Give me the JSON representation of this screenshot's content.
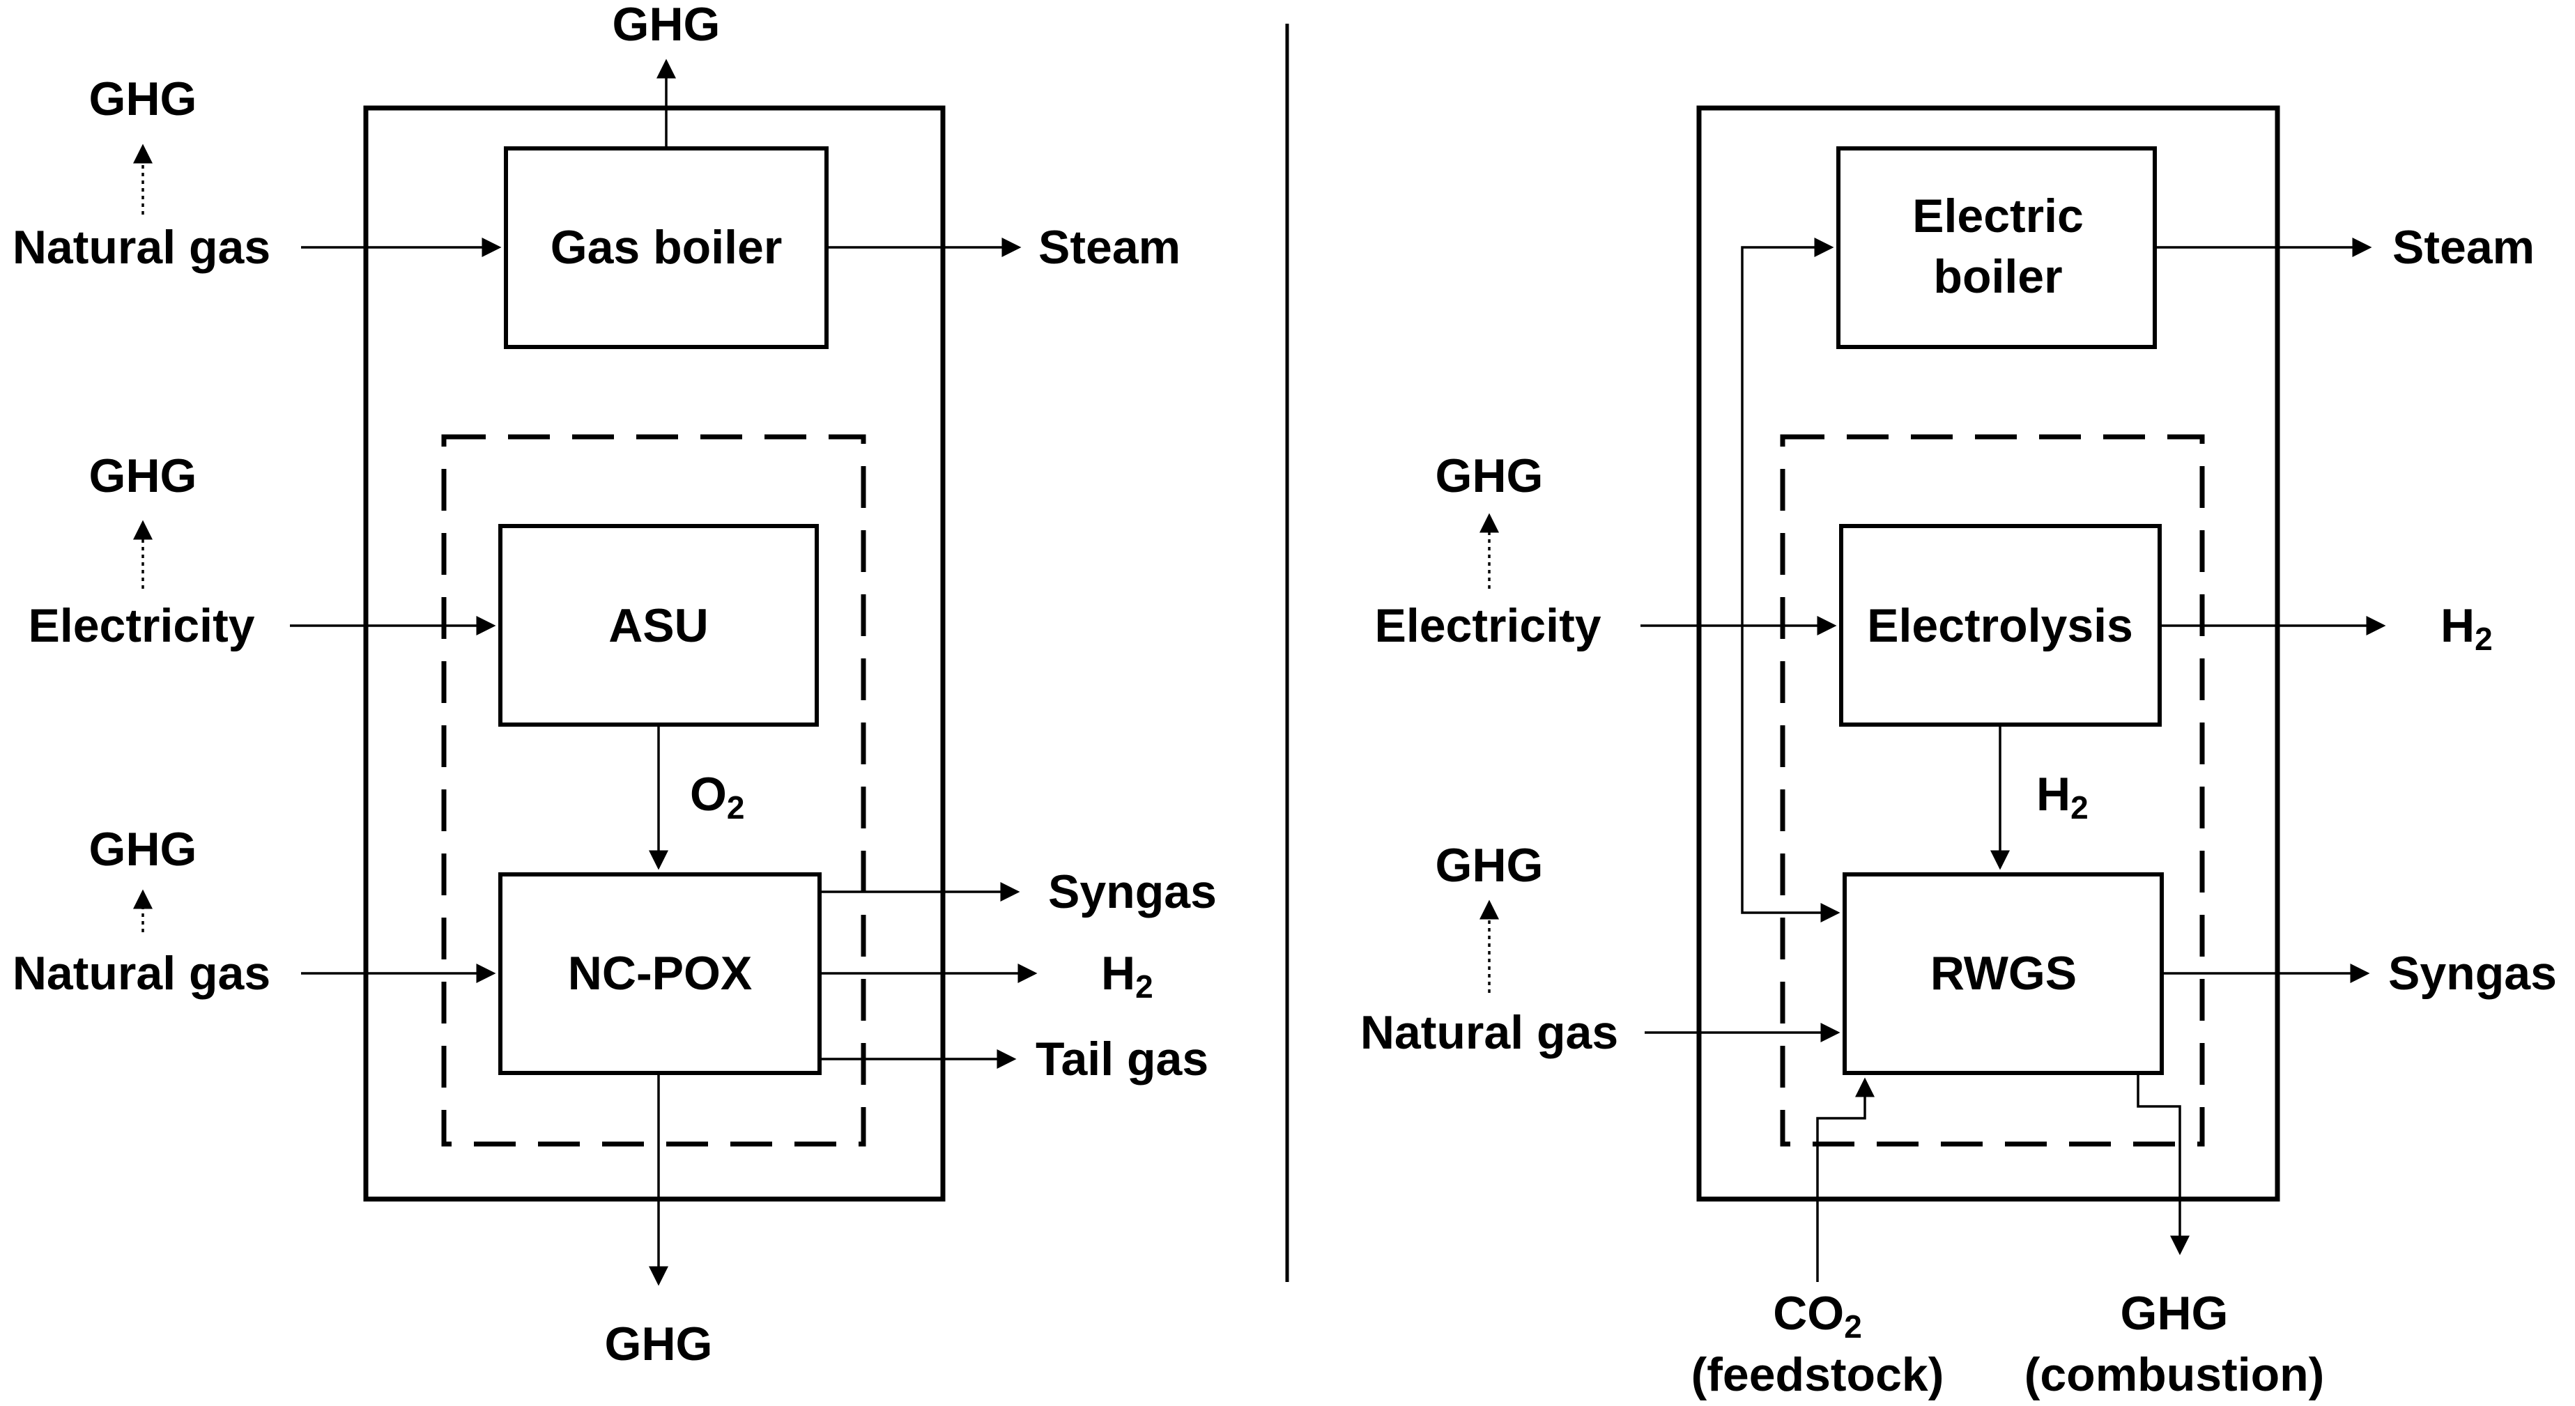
{
  "left": {
    "boxes": {
      "gas_boiler": "Gas boiler",
      "asu": "ASU",
      "ncpox": "NC-POX"
    },
    "inputs": {
      "natural_gas_top": "Natural gas",
      "electricity": "Electricity",
      "natural_gas_bottom": "Natural gas"
    },
    "ghg": {
      "top": "GHG",
      "natural_gas_top": "GHG",
      "electricity": "GHG",
      "natural_gas_bottom": "GHG",
      "bottom": "GHG"
    },
    "outputs": {
      "steam": "Steam",
      "syngas": "Syngas",
      "h2_main": "H",
      "h2_sub": "2",
      "tail_gas": "Tail gas"
    },
    "o2_main": "O",
    "o2_sub": "2"
  },
  "right": {
    "boxes": {
      "electric_boiler_line1": "Electric",
      "electric_boiler_line2": "boiler",
      "electrolysis": "Electrolysis",
      "rwgs": "RWGS"
    },
    "inputs": {
      "electricity": "Electricity",
      "natural_gas": "Natural gas",
      "co2_main": "CO",
      "co2_sub": "2",
      "co2_note": "(feedstock)"
    },
    "ghg": {
      "electricity": "GHG",
      "natural_gas": "GHG",
      "combustion_main": "GHG",
      "combustion_note": "(combustion)"
    },
    "outputs": {
      "steam": "Steam",
      "h2_main": "H",
      "h2_sub": "2",
      "syngas": "Syngas"
    },
    "h2_internal_main": "H",
    "h2_internal_sub": "2"
  }
}
